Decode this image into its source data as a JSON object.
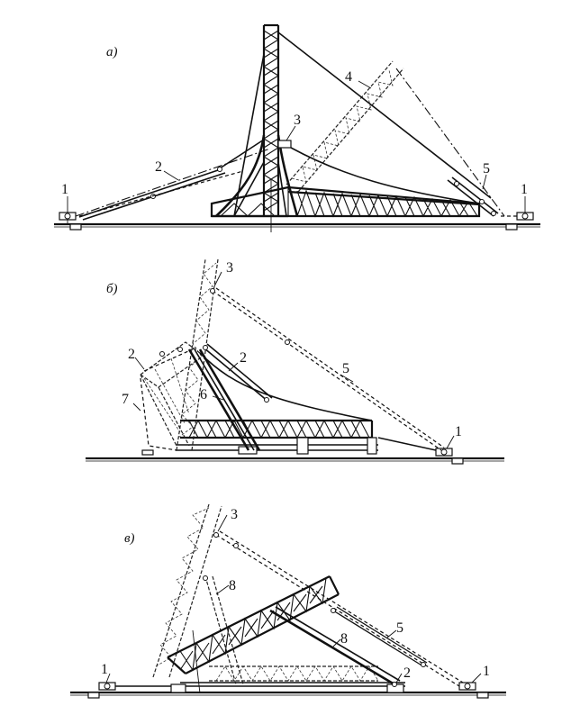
{
  "panels": [
    {
      "id": "a",
      "label": "а)",
      "callouts": [
        "1",
        "2",
        "3",
        "4",
        "5",
        "1"
      ]
    },
    {
      "id": "b",
      "label": "б)",
      "callouts": [
        "3",
        "2",
        "2",
        "5",
        "6",
        "7",
        "1"
      ]
    },
    {
      "id": "v",
      "label": "в)",
      "callouts": [
        "3",
        "8",
        "8",
        "5",
        "1",
        "2",
        "1"
      ]
    }
  ]
}
